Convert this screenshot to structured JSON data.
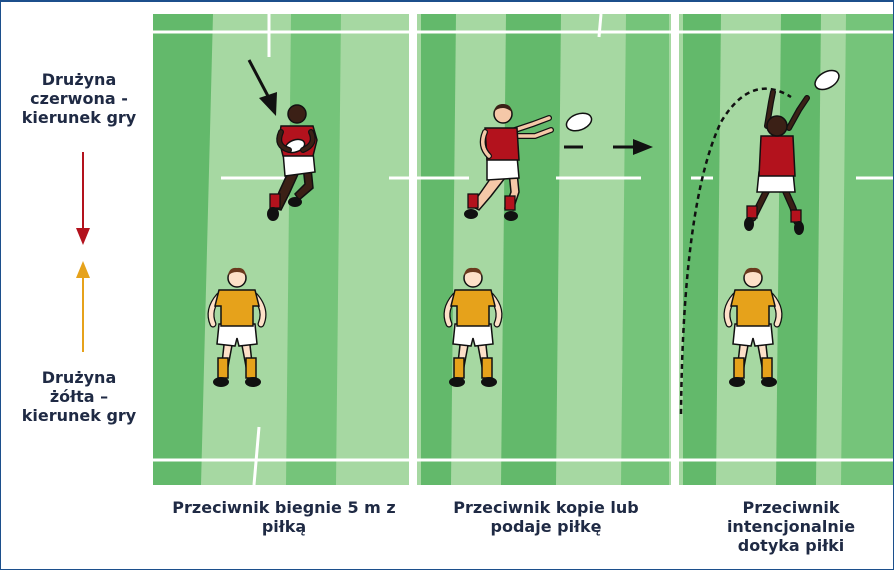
{
  "legend": {
    "red_team": [
      "Drużyna",
      "czerwona -",
      "kierunek gry"
    ],
    "yellow_team": [
      "Drużyna",
      "żółta –",
      "kierunek gry"
    ]
  },
  "panels": [
    {
      "caption": [
        "Przeciwnik biegnie 5 m z",
        "piłką"
      ]
    },
    {
      "caption": [
        "Przeciwnik kopie lub",
        "podaje piłkę"
      ]
    },
    {
      "caption": [
        "Przeciwnik",
        "intencjonalnie",
        "dotyka piłki"
      ]
    }
  ],
  "colors": {
    "field_light": "#a6d8a2",
    "field_dark": "#63b96b",
    "red_team": "#b3121d",
    "yellow_team": "#e6a21b",
    "arrow_red": "#b3121d",
    "arrow_yellow": "#e6a21b",
    "border": "#1c4f8c",
    "text": "#1f2a44"
  }
}
